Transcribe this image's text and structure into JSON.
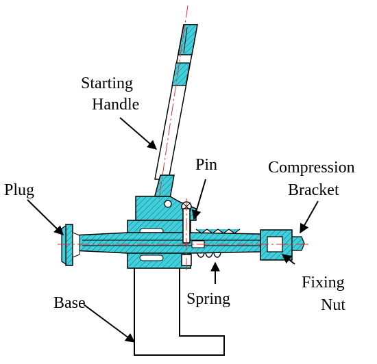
{
  "labels": {
    "starting_handle_1": "Starting",
    "starting_handle_2": "Handle",
    "pin": "Pin",
    "compression_1": "Compression",
    "compression_2": "Bracket",
    "plug": "Plug",
    "fixing_nut_1": "Fixing",
    "fixing_nut_2": "Nut",
    "spring": "Spring",
    "base": "Base"
  },
  "colors": {
    "part_fill": "#40d0dc",
    "centerline": "#e0302a",
    "outline": "#000000"
  }
}
